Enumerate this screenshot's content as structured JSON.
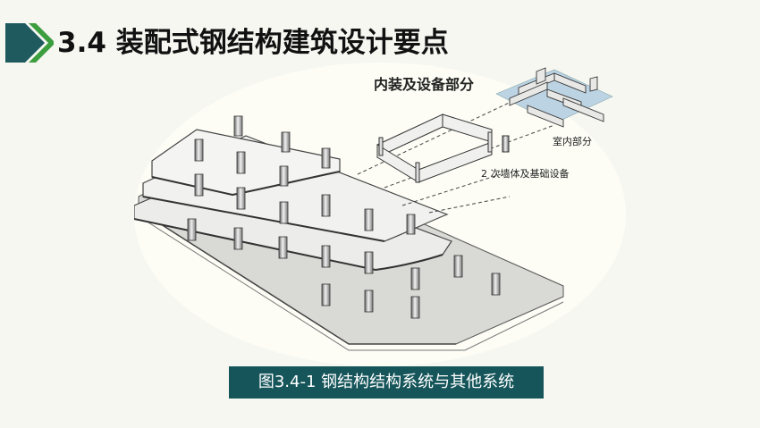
{
  "slide": {
    "title": "3.4 装配式钢结构建筑设计要点",
    "caption": "图3.4-1 钢结构结构系统与其他系统"
  },
  "figure": {
    "label_interior_equipment": "内装及设备部分",
    "label_indoor": "室内部分",
    "label_secondary_walls": "2 次墙体及基础设备"
  },
  "colors": {
    "accent_dark": "#1f5a5f",
    "accent_light": "#3d9e3f",
    "caption_bg": "#16565b"
  }
}
